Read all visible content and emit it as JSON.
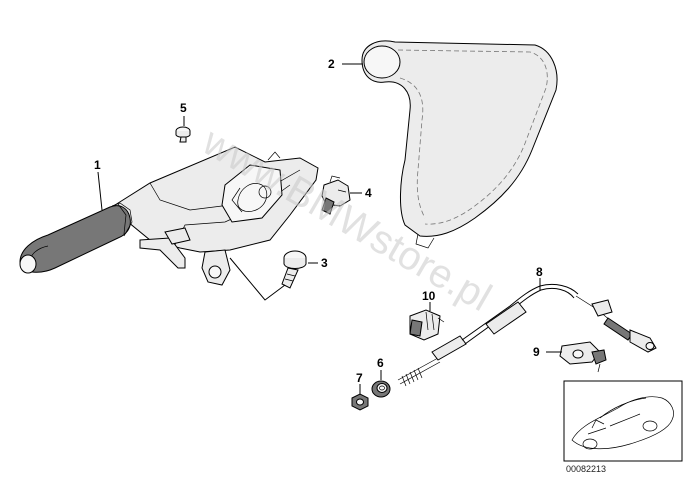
{
  "watermark": "www.BMWstore.pl",
  "reference_number": "00082213",
  "callouts": [
    {
      "id": "1",
      "label": "1"
    },
    {
      "id": "2",
      "label": "2"
    },
    {
      "id": "3",
      "label": "3"
    },
    {
      "id": "4",
      "label": "4"
    },
    {
      "id": "5",
      "label": "5"
    },
    {
      "id": "6",
      "label": "6"
    },
    {
      "id": "7",
      "label": "7"
    },
    {
      "id": "8",
      "label": "8"
    },
    {
      "id": "9",
      "label": "9"
    },
    {
      "id": "10",
      "label": "10"
    }
  ],
  "icons": {
    "handbrake_lever": "handbrake-lever-icon",
    "boot_cover": "lever-boot-icon",
    "bolt": "bolt-icon",
    "clip": "clip-icon",
    "screw": "screw-icon",
    "nut_collar": "collar-nut-icon",
    "nut": "nut-icon",
    "cable": "brake-cable-icon",
    "bracket": "bracket-icon",
    "holder": "cable-holder-icon",
    "car_thumbnail": "car-thumbnail-icon"
  }
}
